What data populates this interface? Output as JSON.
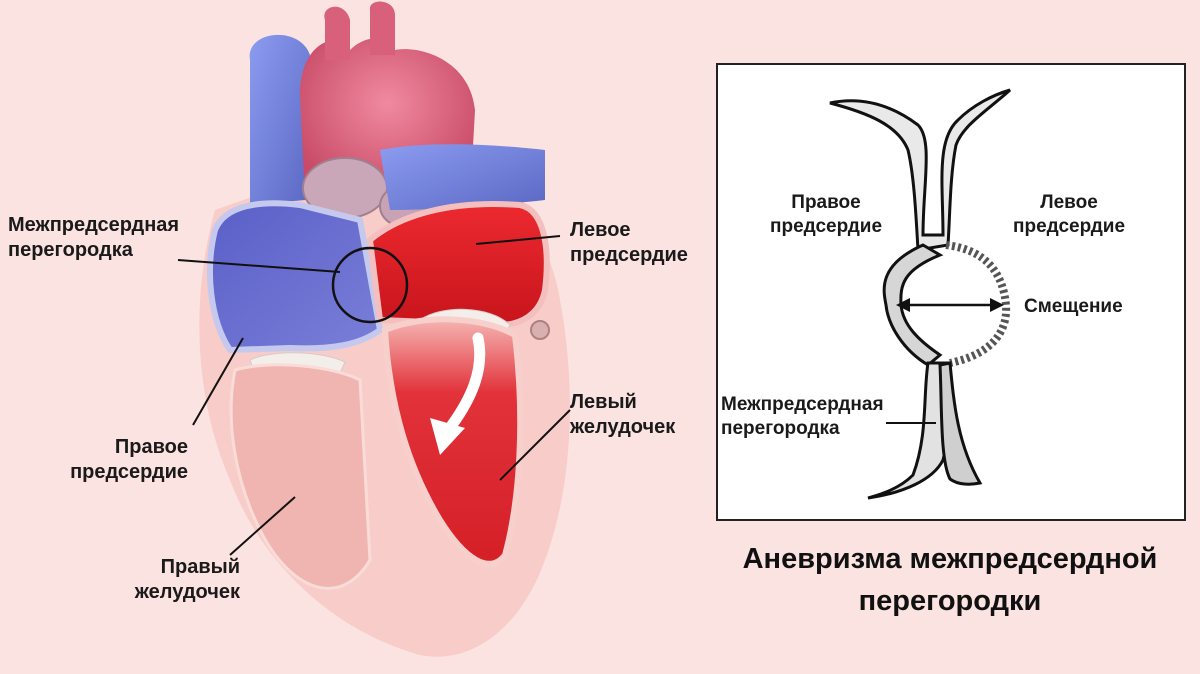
{
  "heart_labels": {
    "interatrial_septum": [
      "Межпредсердная",
      "перегородка"
    ],
    "left_atrium": [
      "Левое",
      "предсердие"
    ],
    "right_atrium": [
      "Правое",
      "предсердие"
    ],
    "left_ventricle": [
      "Левый",
      "желудочек"
    ],
    "right_ventricle": [
      "Правый",
      "желудочек"
    ]
  },
  "panel_labels": {
    "right_atrium": [
      "Правое",
      "предсердие"
    ],
    "left_atrium": [
      "Левое",
      "предсердие"
    ],
    "displacement": "Смещение",
    "septum": [
      "Межпредсердная",
      "перегородка"
    ]
  },
  "title": [
    "Аневризма межпредсердной",
    "перегородки"
  ],
  "colors": {
    "background": "#fbe3e1",
    "venous_blue": "#6f7fd6",
    "arterial_red": "#e0232b",
    "aorta_pink": "#d9607a",
    "ventricle_pink": "#f2b7b2"
  }
}
